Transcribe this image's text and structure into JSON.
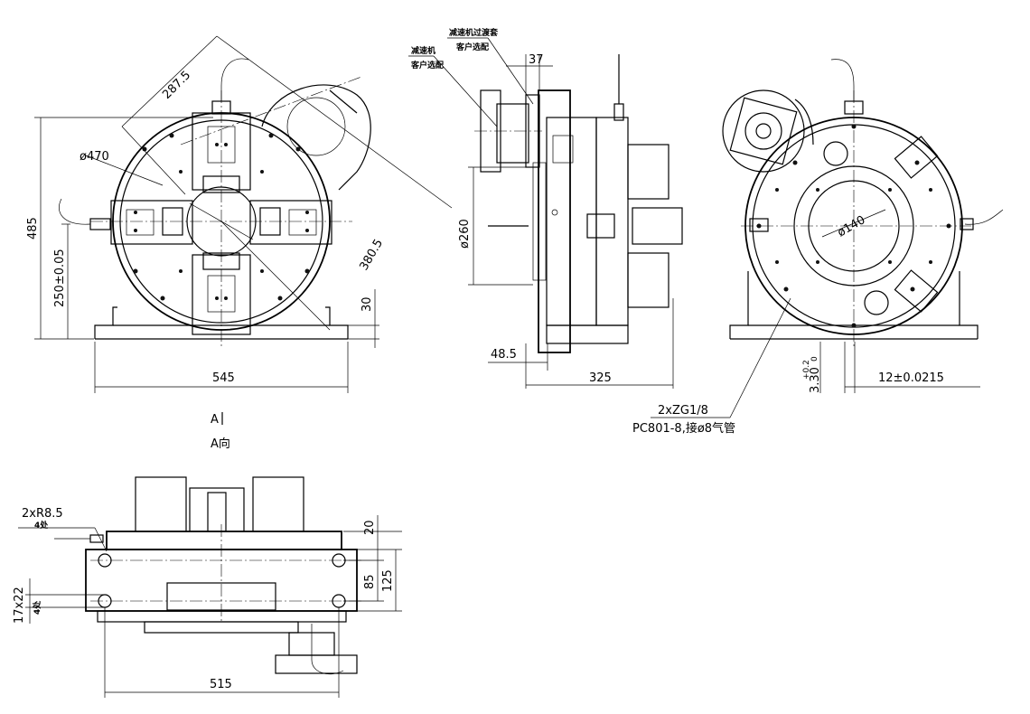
{
  "front_view": {
    "diag_dim": "287.5",
    "diameter_dim": "ø470",
    "height_dim": "485",
    "center_height_dim": "250±0.05",
    "radius_dim": "380.5",
    "base_dim": "30",
    "width_dim": "545"
  },
  "side_view": {
    "reducer_label_1": "减速机",
    "reducer_label_2": "客户选配",
    "transition_label_1": "减速机过渡套",
    "transition_label_2": "客户选配",
    "top_dim": "37",
    "diameter_dim": "ø260",
    "left_dim": "48.5",
    "depth_dim": "325"
  },
  "rear_view": {
    "inner_diameter_dim": "ø140",
    "key_height_dim": "3.30",
    "key_tol": "+0.2",
    "key_tol_low": "0",
    "key_width_dim": "12±0.0215"
  },
  "port_note": {
    "line1": "2xZG1/8",
    "line2": "PC801-8,接ø8气管"
  },
  "view_marker": {
    "arrow_label": "A",
    "view_label": "A向"
  },
  "bottom_view": {
    "radius_note_1": "2xR8.5",
    "radius_note_2": "4处",
    "slot_note_1": "17x22",
    "slot_note_2": "4处",
    "dim_20": "20",
    "dim_85": "85",
    "dim_125": "125",
    "width_dim": "515"
  }
}
